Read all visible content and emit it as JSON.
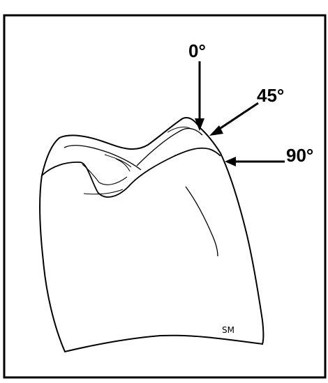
{
  "labels": {
    "angle_0": "0°",
    "angle_45": "45°",
    "angle_90": "90°",
    "signature": "SM"
  },
  "colors": {
    "ink": "#000000",
    "background": "#ffffff"
  }
}
